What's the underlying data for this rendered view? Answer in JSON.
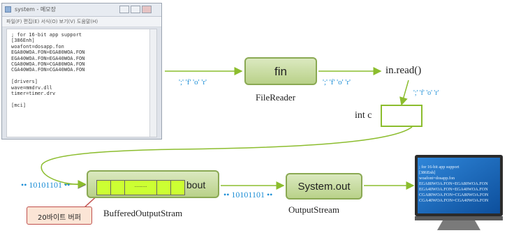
{
  "notepad": {
    "title": "system - 메모장",
    "menu": "파일(F)  편집(E)  서식(O)  보기(V)  도움말(H)",
    "lines": [
      "; for 16-bit app support",
      "[386Enh]",
      "woafont=dosapp.fon",
      "EGA80WOA.FON=EGA80WOA.FON",
      "EGA40WOA.FON=EGA40WOA.FON",
      "CGA80WOA.FON=CGA80WOA.FON",
      "CGA40WOA.FON=CGA40WOA.FON",
      "",
      "[drivers]",
      "wave=mmdrv.dll",
      "timer=timer.drv",
      "",
      "[mci]"
    ]
  },
  "fin": {
    "label": "fin",
    "caption": "FileReader"
  },
  "chars_in": "';' 'f' 'o' 'r'",
  "chars_out": "';' 'f' 'o' 'r'",
  "chars_down": "';' 'f' 'o' 'r'",
  "read_call": "in.read()",
  "int_c": "int c",
  "bits_in": "•• 10101101 ••",
  "bits_out": "•• 10101101 ••",
  "buffer": {
    "label": "bout",
    "dots": "........",
    "caption": "BufferedOutputStram",
    "callout": "20바이트 버퍼"
  },
  "system_out": {
    "label": "System.out",
    "caption": "OutputStream"
  },
  "monitor": {
    "lines": [
      "; for 16-bit app support",
      "[386Enh]",
      "woafont=dosapp.fon",
      "EGA80WOA.FON=EGA80WOA.FON",
      "EGA40WOA.FON=EGA40WOA.FON",
      "CGA80WOA.FON=CGA80WOA.FON",
      "CGA40WOA.FON=CGA40WOA.FON"
    ]
  },
  "colors": {
    "arrow": "#8cbd2e",
    "box_border": "#8aa953",
    "bits": "#1e8fd6",
    "callout_border": "#c0504d"
  }
}
